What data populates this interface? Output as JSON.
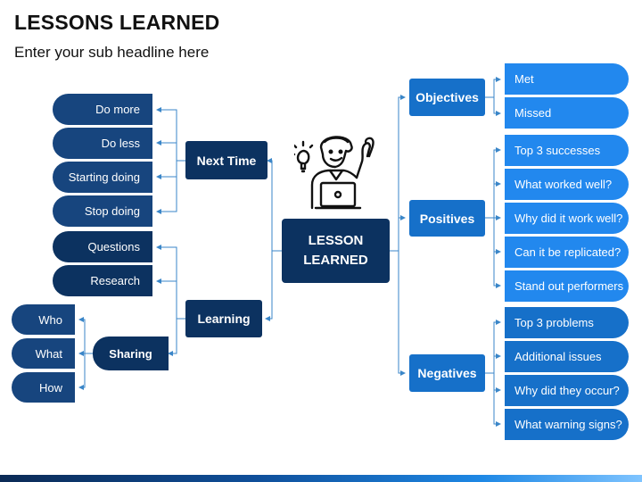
{
  "header": {
    "title": "LESSONS LEARNED",
    "subtitle": "Enter your sub headline here"
  },
  "center": {
    "line1": "LESSON",
    "line2": "LEARNED"
  },
  "icon": "person-with-idea-laptop-icon",
  "left": {
    "next_time": {
      "label": "Next Time",
      "items": [
        "Do more",
        "Do less",
        "Starting doing",
        "Stop doing"
      ]
    },
    "learning": {
      "label": "Learning",
      "items": [
        "Questions",
        "Research"
      ]
    },
    "sharing": {
      "label": "Sharing",
      "items": [
        "Who",
        "What",
        "How"
      ]
    }
  },
  "right": {
    "objectives": {
      "label": "Objectives",
      "items": [
        "Met",
        "Missed"
      ]
    },
    "positives": {
      "label": "Positives",
      "items": [
        "Top 3 successes",
        "What worked well?",
        "Why did it work well?",
        "Can it be replicated?",
        "Stand out performers"
      ]
    },
    "negatives": {
      "label": "Negatives",
      "items": [
        "Top 3 problems",
        "Additional issues",
        "Why did they occur?",
        "What warning signs?"
      ]
    }
  },
  "colors": {
    "dark_navy": "#0c3260",
    "mid_navy": "#17457e",
    "blue": "#1670c9",
    "bright_blue": "#2288ee",
    "connector": "#3a86c8"
  }
}
